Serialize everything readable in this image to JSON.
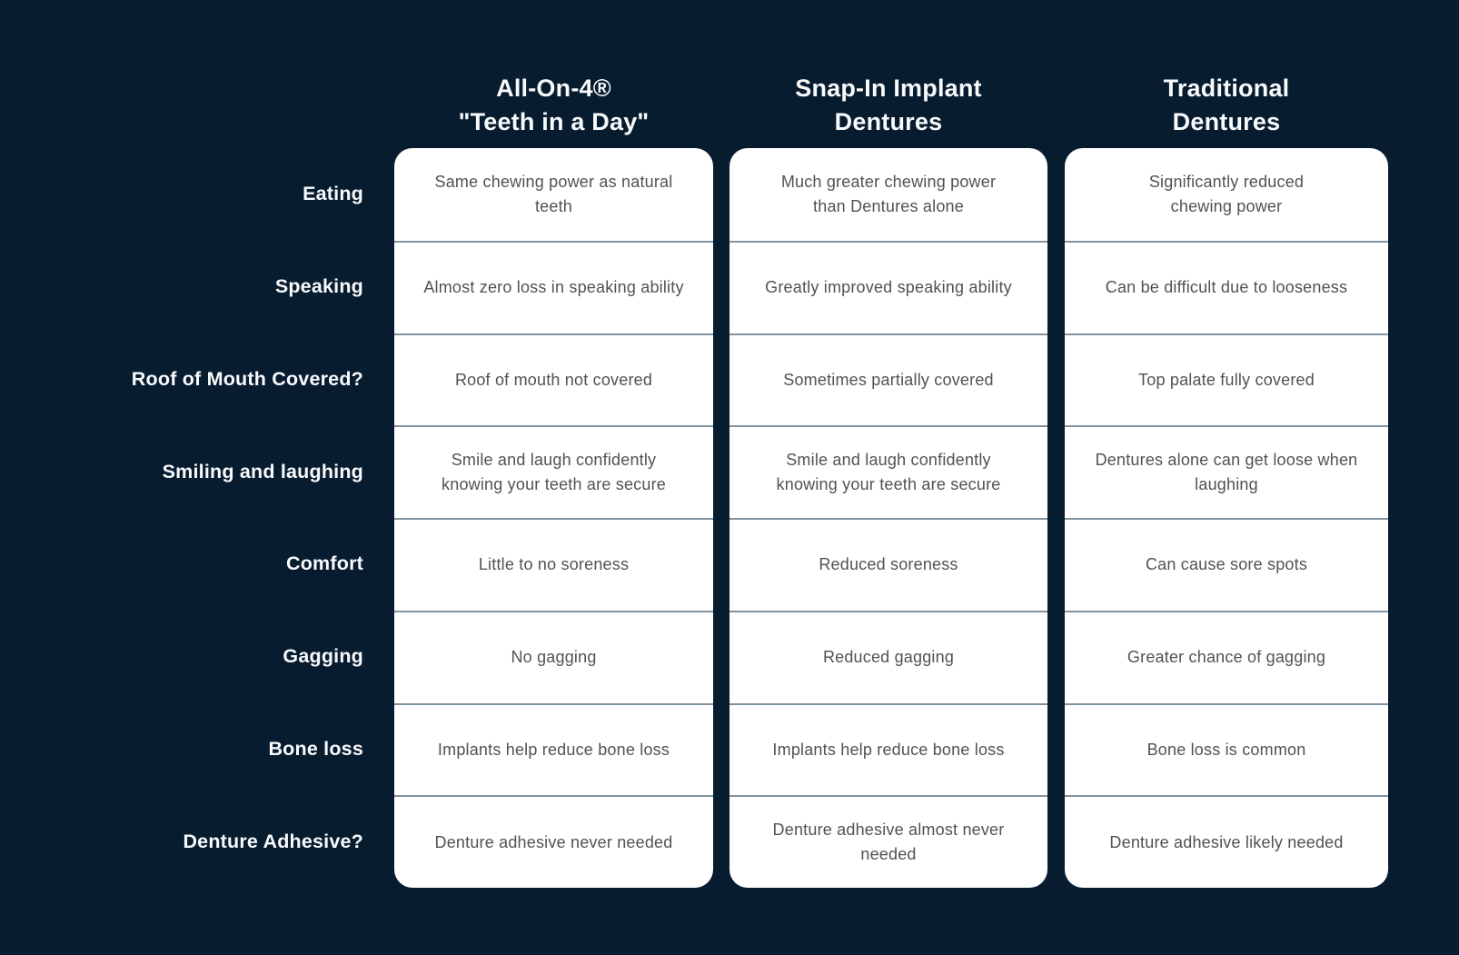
{
  "theme": {
    "bg": "#081c2f",
    "card_bg": "#ffffff",
    "divider": "#8093a0",
    "cell_text": "#505254",
    "label_text": "#f8fafc"
  },
  "row_labels": [
    "Eating",
    "Speaking",
    "Roof of Mouth Covered?",
    "Smiling and laughing",
    "Comfort",
    "Gagging",
    "Bone loss",
    "Denture Adhesive?"
  ],
  "columns": [
    {
      "title": "All-On-4®\n\"Teeth in a Day\"",
      "cells": [
        "Same chewing power as natural\nteeth",
        "Almost zero loss in speaking ability",
        "Roof of mouth not covered",
        "Smile and laugh confidently\nknowing your teeth are secure",
        "Little to no soreness",
        "No gagging",
        "Implants help reduce bone loss",
        "Denture adhesive never needed"
      ]
    },
    {
      "title": "Snap-In Implant\nDentures",
      "cells": [
        "Much greater chewing power\nthan Dentures alone",
        "Greatly improved speaking ability",
        "Sometimes partially covered",
        "Smile and laugh confidently\nknowing your teeth are secure",
        "Reduced soreness",
        "Reduced gagging",
        "Implants help reduce bone loss",
        "Denture adhesive almost never\nneeded"
      ]
    },
    {
      "title": "Traditional\nDentures",
      "cells": [
        "Significantly reduced\nchewing power",
        "Can be difficult due to looseness",
        "Top palate fully covered",
        "Dentures alone can get loose when\nlaughing",
        "Can cause sore spots",
        "Greater chance of gagging",
        "Bone loss is common",
        "Denture adhesive likely needed"
      ]
    }
  ]
}
